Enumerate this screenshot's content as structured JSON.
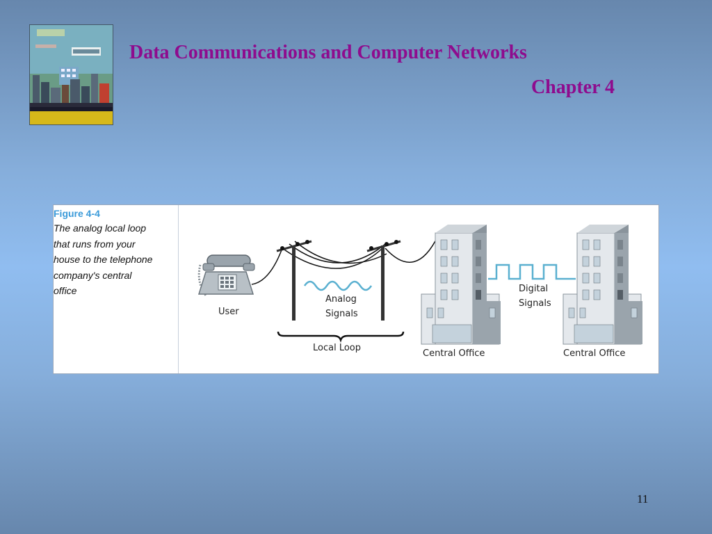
{
  "slide": {
    "title": "Data Communications and Computer Networks",
    "subtitle": "Chapter 4",
    "page_number": "11"
  },
  "figure": {
    "number": "Figure 4-4",
    "caption_lines": [
      "The analog local loop",
      "that runs from your",
      "house to the telephone",
      "company's central",
      "office"
    ]
  },
  "diagram": {
    "user_label": "User",
    "analog_label_line1": "Analog",
    "analog_label_line2": "Signals",
    "local_loop_label": "Local Loop",
    "digital_label_line1": "Digital",
    "digital_label_line2": "Signals",
    "central_office_left": "Central Office",
    "central_office_right": "Central Office",
    "colors": {
      "signal": "#5ab0d0",
      "wire": "#111111",
      "building_light": "#e4e8ec",
      "building_dark": "#9aa4ac",
      "window": "#c4d2dc"
    }
  }
}
